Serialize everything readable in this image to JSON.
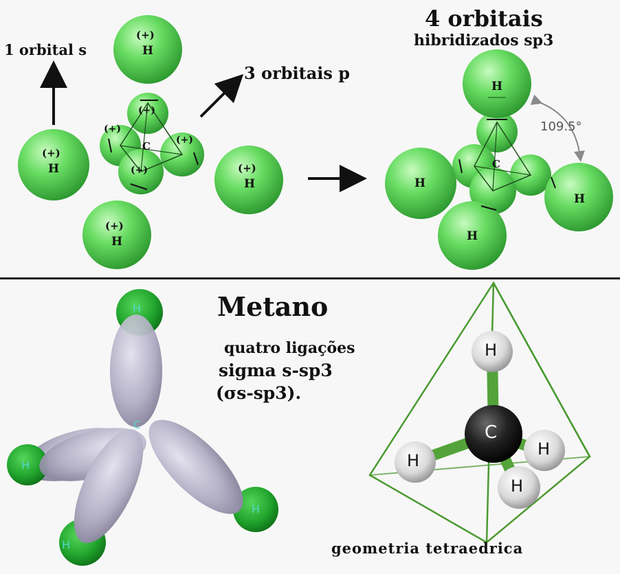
{
  "top_panel": {
    "s_orbital_label": "1 orbital s",
    "p_orbitals_label": "3 orbitais p",
    "hybrid_title_line1": "4 orbitais",
    "hybrid_title_line2": "hibridizados sp3",
    "bond_angle": "109.5°",
    "h_symbol": "H",
    "plus_sign": "(+)",
    "c_symbol": "C",
    "colors": {
      "sphere": "#5fd85f",
      "sphere_dark": "#2f9a33",
      "sphere_light": "#b9f7b4"
    }
  },
  "bottom_panel": {
    "title": "Metano",
    "desc_line1": "quatro ligações",
    "desc_line2": "sigma s-sp3",
    "desc_line3": "(σs-sp3).",
    "geometry_caption": "geometria tetraedrica",
    "c_symbol": "C",
    "h_symbol": "H",
    "colors": {
      "lobe": "#b7b4c9",
      "h_ball": "#2bb33a",
      "label_cyan": "#50d8c8",
      "bond": "#53a33a",
      "carbon": "#111111",
      "edge": "#4a9a30"
    }
  }
}
